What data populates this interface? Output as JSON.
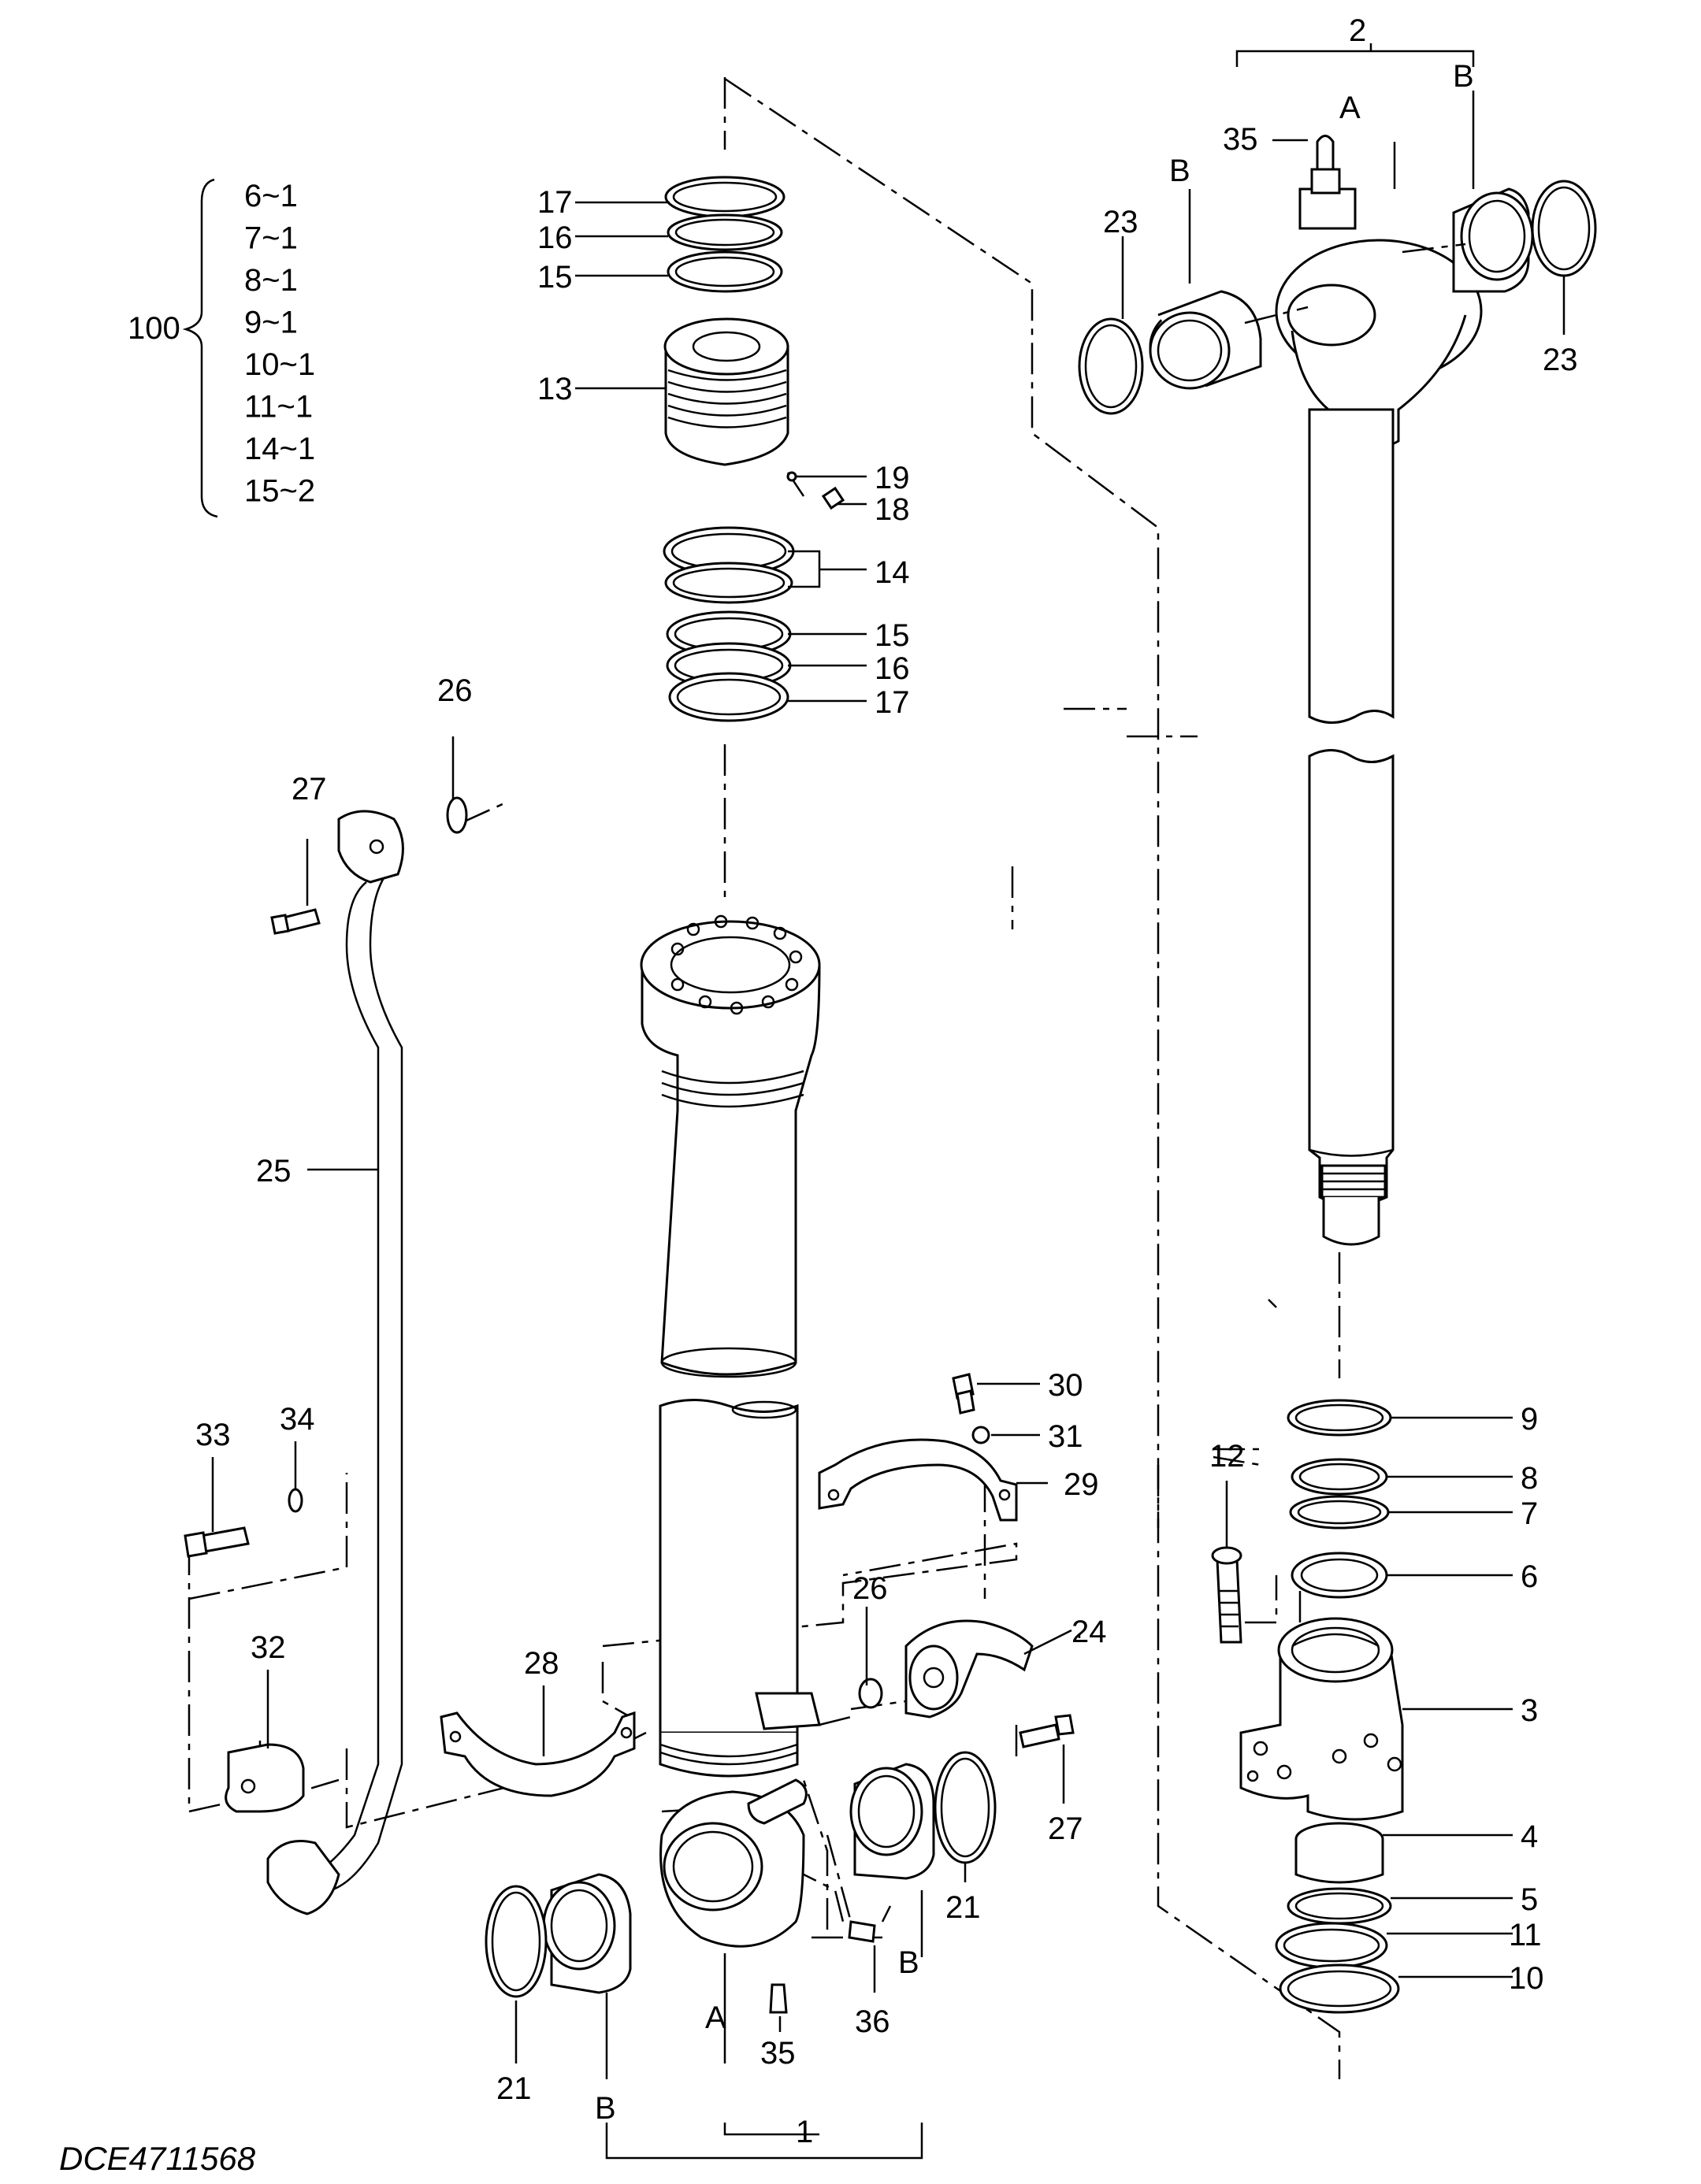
{
  "drawing_code": "DCE4711568",
  "kit": {
    "number": "100",
    "entries": [
      "6~1",
      "7~1",
      "8~1",
      "9~1",
      "10~1",
      "11~1",
      "14~1",
      "15~2"
    ]
  },
  "labels": {
    "l1": "1",
    "l2": "2",
    "l3": "3",
    "l4": "4",
    "l5": "5",
    "l6": "6",
    "l7": "7",
    "l8": "8",
    "l9": "9",
    "l10": "10",
    "l11": "11",
    "l12": "12",
    "l13": "13",
    "l14": "14",
    "l15a": "15",
    "l15b": "15",
    "l16a": "16",
    "l16b": "16",
    "l17a": "17",
    "l17b": "17",
    "l18": "18",
    "l19": "19",
    "l21a": "21",
    "l21b": "21",
    "l23a": "23",
    "l23b": "23",
    "l24": "24",
    "l25": "25",
    "l26a": "26",
    "l26b": "26",
    "l27a": "27",
    "l27b": "27",
    "l28": "28",
    "l29": "29",
    "l30": "30",
    "l31": "31",
    "l32": "32",
    "l33": "33",
    "l34": "34",
    "l35a": "35",
    "l35b": "35",
    "l36": "36",
    "rodA": "A",
    "rodB1": "B",
    "rodB2": "B",
    "tubeA": "A",
    "tubeB1": "B",
    "tubeB2": "B"
  }
}
